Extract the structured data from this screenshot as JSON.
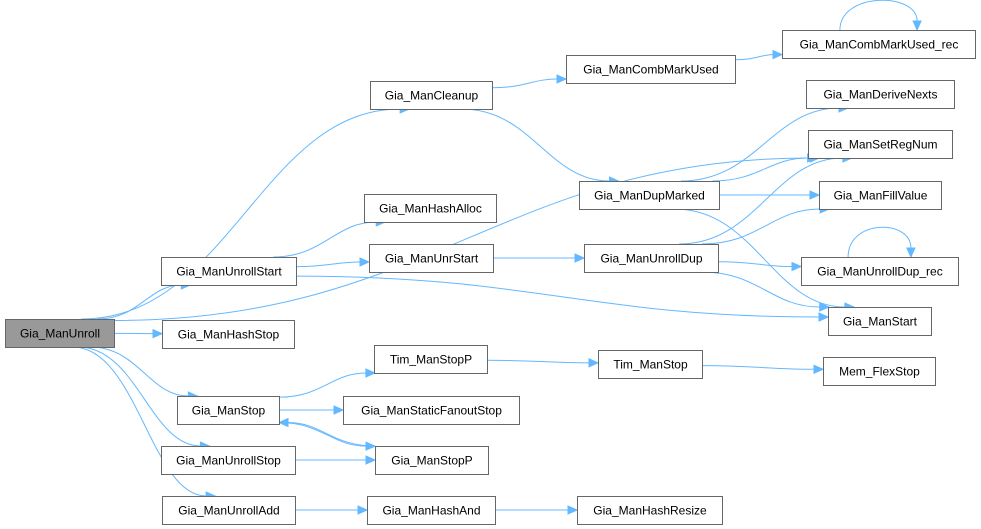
{
  "diagram": {
    "nodes": [
      {
        "id": "unroll",
        "label": "Gia_ManUnroll",
        "root": true
      },
      {
        "id": "cleanup",
        "label": "Gia_ManCleanup"
      },
      {
        "id": "combmarkused",
        "label": "Gia_ManCombMarkUsed"
      },
      {
        "id": "combmarkusedrec",
        "label": "Gia_ManCombMarkUsed_rec"
      },
      {
        "id": "derivenexts",
        "label": "Gia_ManDeriveNexts"
      },
      {
        "id": "setregnum",
        "label": "Gia_ManSetRegNum"
      },
      {
        "id": "dupmarked",
        "label": "Gia_ManDupMarked"
      },
      {
        "id": "fillvalue",
        "label": "Gia_ManFillValue"
      },
      {
        "id": "hashalloc",
        "label": "Gia_ManHashAlloc"
      },
      {
        "id": "unrollstart",
        "label": "Gia_ManUnrollStart"
      },
      {
        "id": "unrstart",
        "label": "Gia_ManUnrStart"
      },
      {
        "id": "unrolldup",
        "label": "Gia_ManUnrollDup"
      },
      {
        "id": "unrollduprec",
        "label": "Gia_ManUnrollDup_rec"
      },
      {
        "id": "start",
        "label": "Gia_ManStart"
      },
      {
        "id": "hashstop",
        "label": "Gia_ManHashStop"
      },
      {
        "id": "timstopp",
        "label": "Tim_ManStopP"
      },
      {
        "id": "timstop",
        "label": "Tim_ManStop"
      },
      {
        "id": "memflexstop",
        "label": "Mem_FlexStop"
      },
      {
        "id": "stop",
        "label": "Gia_ManStop"
      },
      {
        "id": "staticfanoutstop",
        "label": "Gia_ManStaticFanoutStop"
      },
      {
        "id": "unrollstop",
        "label": "Gia_ManUnrollStop"
      },
      {
        "id": "stopp",
        "label": "Gia_ManStopP"
      },
      {
        "id": "unrolladd",
        "label": "Gia_ManUnrollAdd"
      },
      {
        "id": "hashand",
        "label": "Gia_ManHashAnd"
      },
      {
        "id": "hashresize",
        "label": "Gia_ManHashResize"
      }
    ],
    "edges": [
      {
        "from": "unroll",
        "to": "cleanup"
      },
      {
        "from": "unroll",
        "to": "setregnum"
      },
      {
        "from": "unroll",
        "to": "unrollstart"
      },
      {
        "from": "unroll",
        "to": "hashstop"
      },
      {
        "from": "unroll",
        "to": "stop"
      },
      {
        "from": "unroll",
        "to": "unrollstop"
      },
      {
        "from": "unroll",
        "to": "unrolladd"
      },
      {
        "from": "cleanup",
        "to": "combmarkused"
      },
      {
        "from": "cleanup",
        "to": "dupmarked"
      },
      {
        "from": "combmarkused",
        "to": "combmarkusedrec"
      },
      {
        "from": "combmarkusedrec",
        "to": "combmarkusedrec"
      },
      {
        "from": "dupmarked",
        "to": "derivenexts"
      },
      {
        "from": "dupmarked",
        "to": "setregnum"
      },
      {
        "from": "dupmarked",
        "to": "fillvalue"
      },
      {
        "from": "dupmarked",
        "to": "start"
      },
      {
        "from": "unrollstart",
        "to": "hashalloc"
      },
      {
        "from": "unrollstart",
        "to": "unrstart"
      },
      {
        "from": "unrollstart",
        "to": "start"
      },
      {
        "from": "unrstart",
        "to": "unrolldup"
      },
      {
        "from": "unrolldup",
        "to": "setregnum"
      },
      {
        "from": "unrolldup",
        "to": "fillvalue"
      },
      {
        "from": "unrolldup",
        "to": "unrollduprec"
      },
      {
        "from": "unrolldup",
        "to": "start"
      },
      {
        "from": "unrollduprec",
        "to": "unrollduprec"
      },
      {
        "from": "stop",
        "to": "timstopp"
      },
      {
        "from": "stop",
        "to": "staticfanoutstop"
      },
      {
        "from": "stop",
        "to": "stopp"
      },
      {
        "from": "stopp",
        "to": "stop"
      },
      {
        "from": "timstopp",
        "to": "timstop"
      },
      {
        "from": "timstop",
        "to": "memflexstop"
      },
      {
        "from": "unrollstop",
        "to": "stopp"
      },
      {
        "from": "unrolladd",
        "to": "hashand"
      },
      {
        "from": "hashand",
        "to": "hashresize"
      }
    ]
  }
}
